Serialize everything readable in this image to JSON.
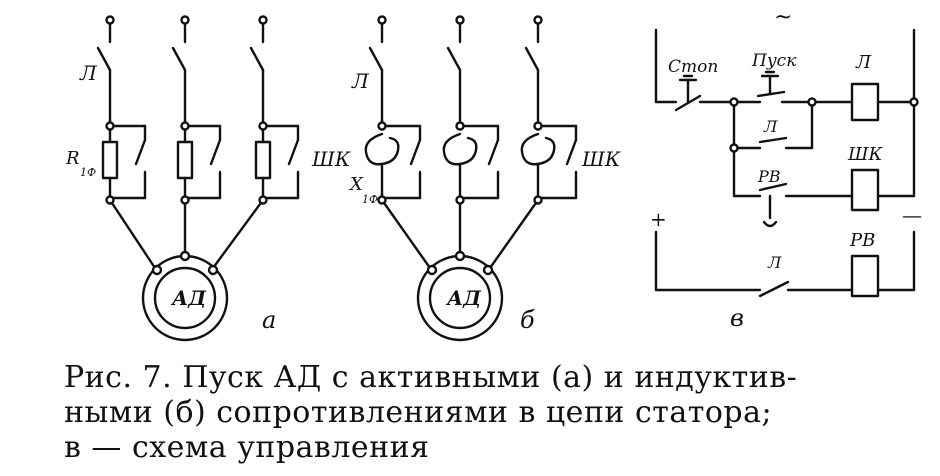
{
  "diagram": {
    "panel_a": {
      "letter": "а",
      "switch_label": "Л",
      "resistor_label": "R",
      "resistor_sub": "1Ф",
      "contactor_label": "ШК",
      "motor_label": "АД"
    },
    "panel_b": {
      "letter": "б",
      "switch_label": "Л",
      "reactor_label": "X",
      "reactor_sub": "1Ф",
      "contactor_label": "ШК",
      "motor_label": "АД"
    },
    "panel_c": {
      "letter": "в",
      "ac_symbol": "~",
      "stop_label": "Стоп",
      "start_label": "Пуск",
      "contact_l": "Л",
      "contact_rv": "РВ",
      "contact_l2": "Л",
      "coil_l": "Л",
      "coil_shk": "ШК",
      "coil_rv": "РВ",
      "plus": "+",
      "minus": "—"
    }
  },
  "caption": {
    "line1": "Рис. 7. Пуск АД с активными (а) и индуктив-",
    "line2": "ными (б) сопротивлениями в цепи статора;",
    "line3": "в — схема управления"
  }
}
